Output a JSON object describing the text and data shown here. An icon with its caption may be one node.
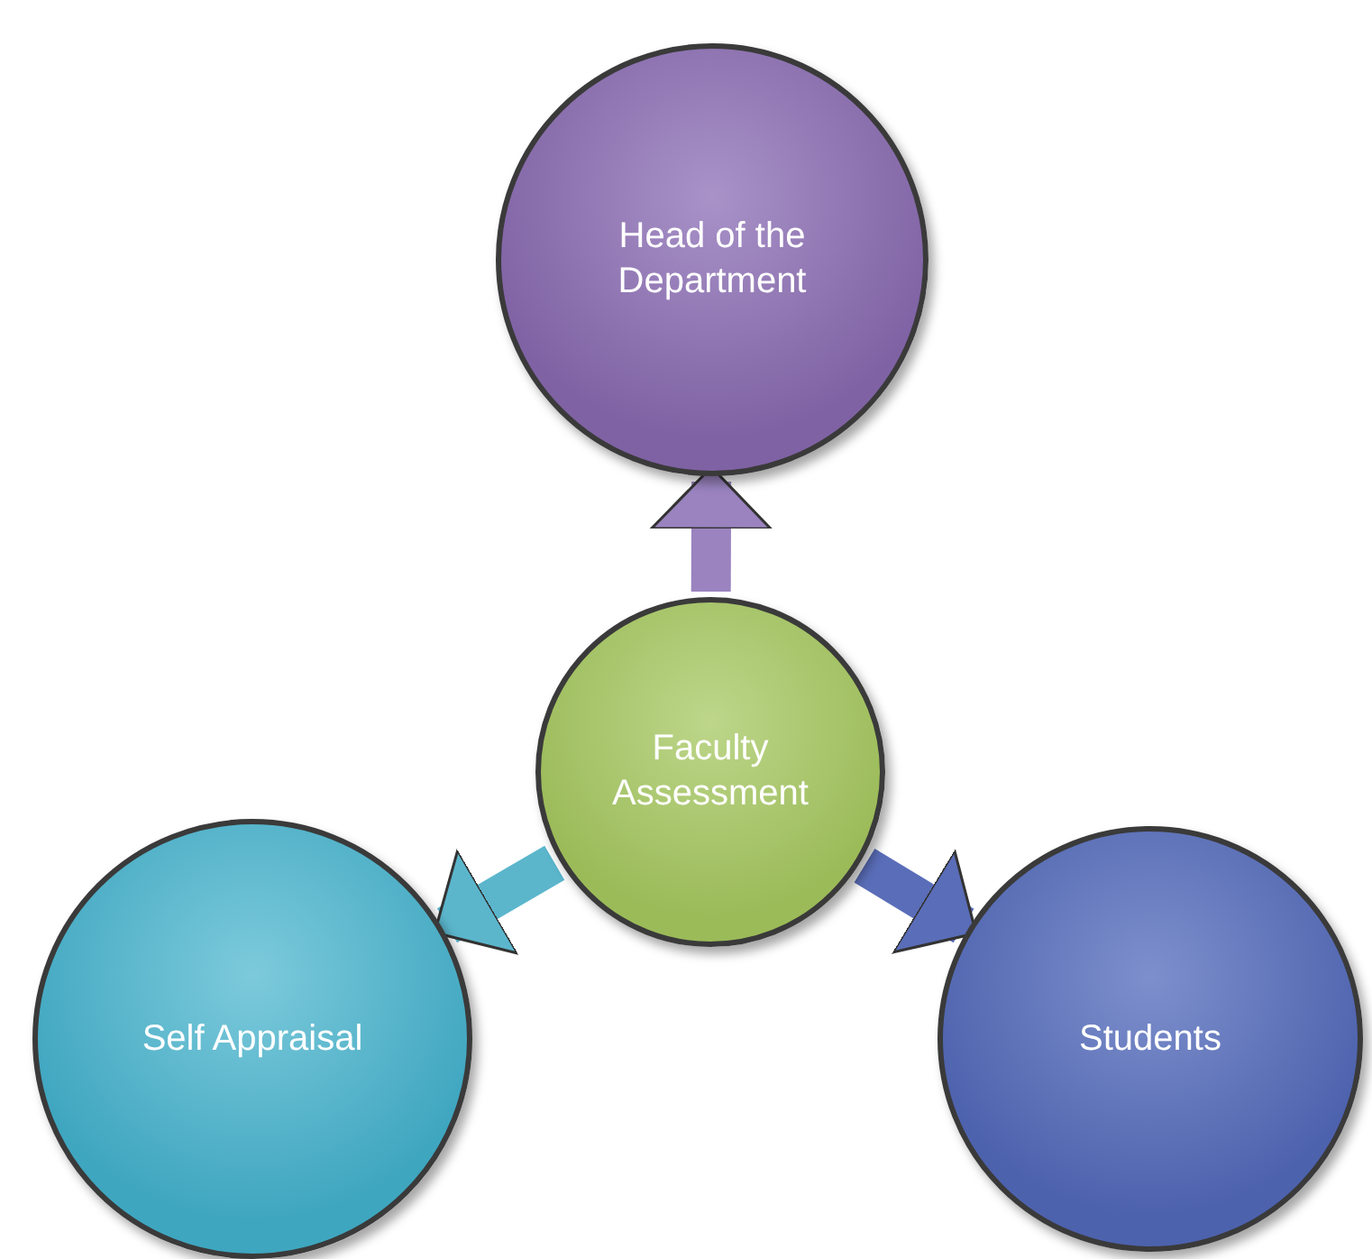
{
  "diagram": {
    "nodes": [
      {
        "text": [
          "Head of the Department"
        ]
      },
      {
        "text": [
          "Faculty Assessment"
        ]
      },
      {
        "text": [
          "Self Appraisal"
        ]
      },
      {
        "text": [
          "Students"
        ]
      }
    ],
    "edges": [
      {
        "from": 1,
        "to": 0,
        "arrow": "to",
        "color": "#9a83bf"
      },
      {
        "from": 1,
        "to": 2,
        "arrow": "to",
        "color": "#5bb6cc"
      },
      {
        "from": 1,
        "to": 3,
        "arrow": "to",
        "color": "#5a6db8"
      }
    ]
  }
}
